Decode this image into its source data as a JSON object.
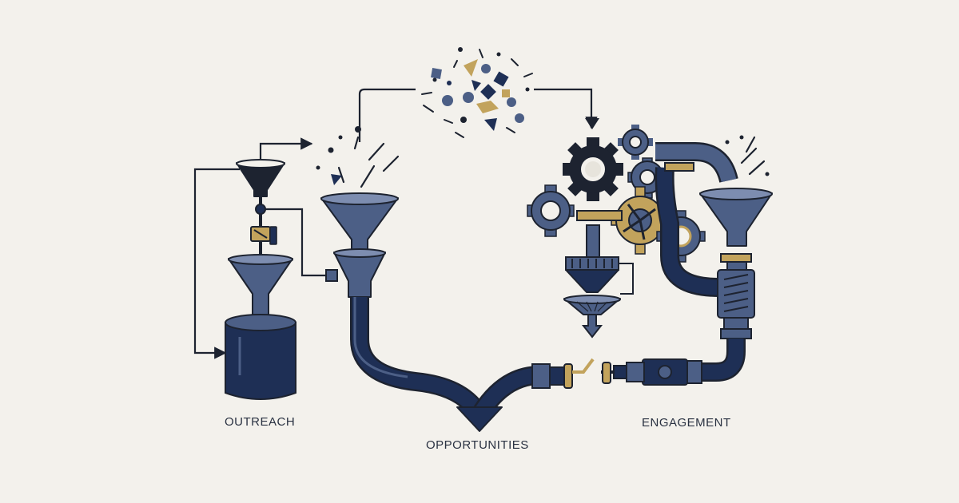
{
  "labels": {
    "outreach": "OUTREACH",
    "opportunities": "OPPORTUNITIES",
    "engagement": "ENGAGEMENT"
  },
  "colors": {
    "background": "#f3f1ec",
    "navy": "#1e2f55",
    "slate": "#4c5f86",
    "gold": "#c2a35c",
    "ink": "#1d2330",
    "gray": "#59606e"
  },
  "icons": [
    "funnel-icon",
    "valve-icon",
    "tank-icon",
    "pipe-icon",
    "gear-icon",
    "arrow-icon"
  ]
}
